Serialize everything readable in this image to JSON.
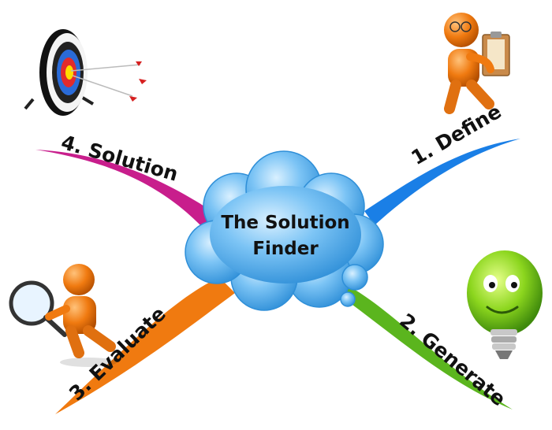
{
  "center": {
    "line1": "The Solution",
    "line2": "Finder"
  },
  "branches": [
    {
      "label": "1. Define",
      "color": "#1a7fe6",
      "icon": "person-with-clipboard-icon"
    },
    {
      "label": "2. Generate",
      "color": "#5bb51e",
      "icon": "smiling-lightbulb-icon"
    },
    {
      "label": "3. Evaluate",
      "color": "#f07a10",
      "icon": "person-with-magnifier-icon"
    },
    {
      "label": "4. Solution",
      "color": "#c81e8c",
      "icon": "target-with-arrows-icon"
    }
  ],
  "colors": {
    "cloud_fill": "#5ab2f0",
    "cloud_edge": "#2f8fd8"
  }
}
